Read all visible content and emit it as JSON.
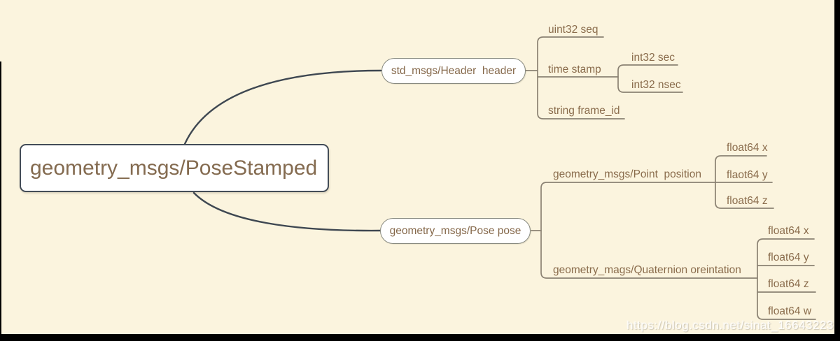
{
  "diagram": {
    "root": {
      "label": "geometry_msgs/PoseStamped"
    },
    "branches": [
      {
        "label": "std_msgs/Header  header",
        "children": [
          {
            "label": "uint32 seq"
          },
          {
            "label": "time stamp",
            "children": [
              {
                "label": "int32 sec"
              },
              {
                "label": "int32 nsec"
              }
            ]
          },
          {
            "label": "string frame_id"
          }
        ]
      },
      {
        "label": "geometry_msgs/Pose pose",
        "children": [
          {
            "label": "geometry_msgs/Point  position",
            "children": [
              {
                "label": "float64 x"
              },
              {
                "label": "flaot64 y"
              },
              {
                "label": "float64 z"
              }
            ]
          },
          {
            "label": "geometry_mags/Quaternion oreintation",
            "children": [
              {
                "label": "float64 x"
              },
              {
                "label": "float64 y"
              },
              {
                "label": "float64 z"
              },
              {
                "label": "float64 w"
              }
            ]
          }
        ]
      }
    ]
  },
  "watermark": {
    "text": "https://blog.csdn.net/sinat_16643223"
  },
  "colors": {
    "background": "#fbf4de",
    "main_curve": "#3e4751",
    "branch_line": "#8b8273",
    "node_text": "#8a6c4c",
    "node_border_root": "#434c57",
    "node_border_pill": "#888a80",
    "frame": "#000000"
  }
}
